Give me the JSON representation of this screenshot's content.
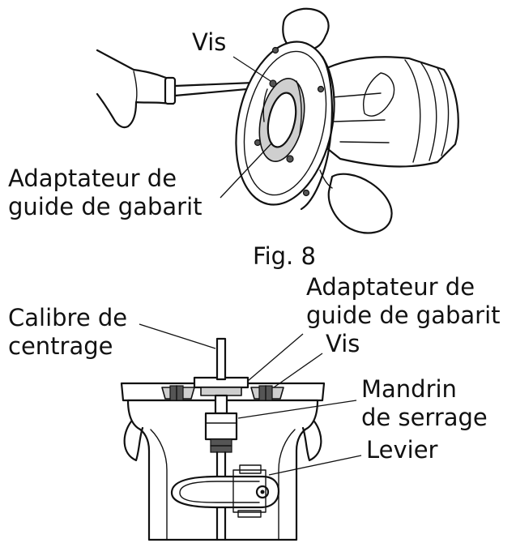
{
  "figure": {
    "caption": "Fig. 8",
    "top_labels": {
      "screw": "Vis",
      "adapter_line1": "Adaptateur de",
      "adapter_line2": "guide de gabarit"
    },
    "bottom_labels": {
      "gauge_line1": "Calibre de",
      "gauge_line2": "centrage",
      "adapter_line1": "Adaptateur de",
      "adapter_line2": "guide de gabarit",
      "screw": "Vis",
      "collet_line1": "Mandrin",
      "collet_line2": "de serrage",
      "lever": "Levier"
    }
  }
}
